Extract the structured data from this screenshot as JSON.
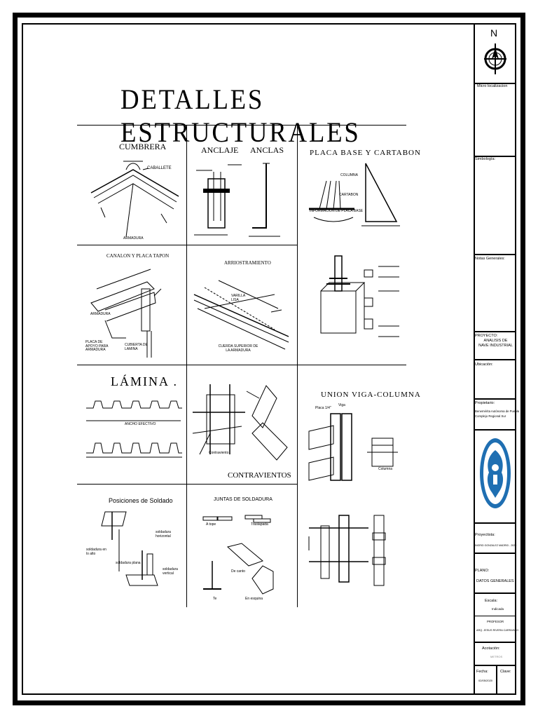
{
  "title": "DETALLES ESTRUCTURALES",
  "sections": {
    "cumbrera": {
      "label": "CUMBRERA",
      "notes": [
        "CABALLETE",
        "ARMADURA"
      ]
    },
    "anclaje": {
      "label": "ANCLAJE"
    },
    "anclas": {
      "label": "ANCLAS"
    },
    "placa_base": {
      "label": "PLACA BASE Y CARTABON",
      "notes": [
        "COLUMNA",
        "CARTABON",
        "INFORMACION DE PLACA BASE"
      ]
    },
    "canalon": {
      "label": "CANALON Y PLACA TAPON",
      "notes": [
        "ARMADURA",
        "PLACA DE APOYO PARA ARMADURA",
        "CUBIERTA DE LAMINA"
      ]
    },
    "arriostramiento": {
      "label": "ARRIOSTRAMIENTO",
      "notes": [
        "VARILLA LISA",
        "CUERDA SUPERIOR DE LA ARMADURA"
      ]
    },
    "lamina": {
      "label": "LÁMINA .",
      "notes": [
        "ANCHO EFECTIVO"
      ]
    },
    "contravientos": {
      "label": "CONTRAVIENTOS",
      "notes": [
        "Contraviento"
      ]
    },
    "union": {
      "label": "UNION VIGA-COLUMNA",
      "notes": [
        "Placa 1/4\"",
        "Viga",
        "Columna"
      ]
    },
    "posiciones": {
      "label": "Posiciones de Soldado",
      "notes": [
        "soldadura horizontal",
        "soldadura en lo alto",
        "soldadura plana",
        "soldadura vertical"
      ]
    },
    "juntas": {
      "label": "JUNTAS DE SOLDADURA",
      "notes": [
        "A tope",
        "Traslapada",
        "De canto",
        "Te",
        "En esquina"
      ]
    }
  },
  "title_block": {
    "north": "N",
    "micro": "Micro localizacion",
    "simbologia": "Simbología:",
    "notas": "Notas Generales:",
    "proyecto_label": "PROYECTO:",
    "proyecto_value": "ANALISIS DE\nNAVE INDUSTRIAL",
    "ubicacion": "Ubicación:",
    "propietario_label": "Propietario:",
    "propietario_value": "Benemérita Autónoma de Puebla\nComplejo Regional Sur",
    "proyectista_label": "Proyectista:",
    "proyectista_value": "INGRID GONZALEZ MADRID - 2020",
    "plano_label": "PLANO:",
    "plano_value": "DATOS GENERALES",
    "escala_label": "Escala:",
    "escala_value": "Indicada",
    "profesor_label": "PROFESOR",
    "profesor_value": "ARQ. JESUS RIVERA CARRASCO",
    "acotacion_label": "Acotación:",
    "acotacion_value": "METROS",
    "fecha_label": "Fecha:",
    "fecha_value": "02/05/2020",
    "clave_label": "Clave:"
  },
  "colors": {
    "ink": "#000000",
    "logo_blue": "#1f6fb2"
  }
}
